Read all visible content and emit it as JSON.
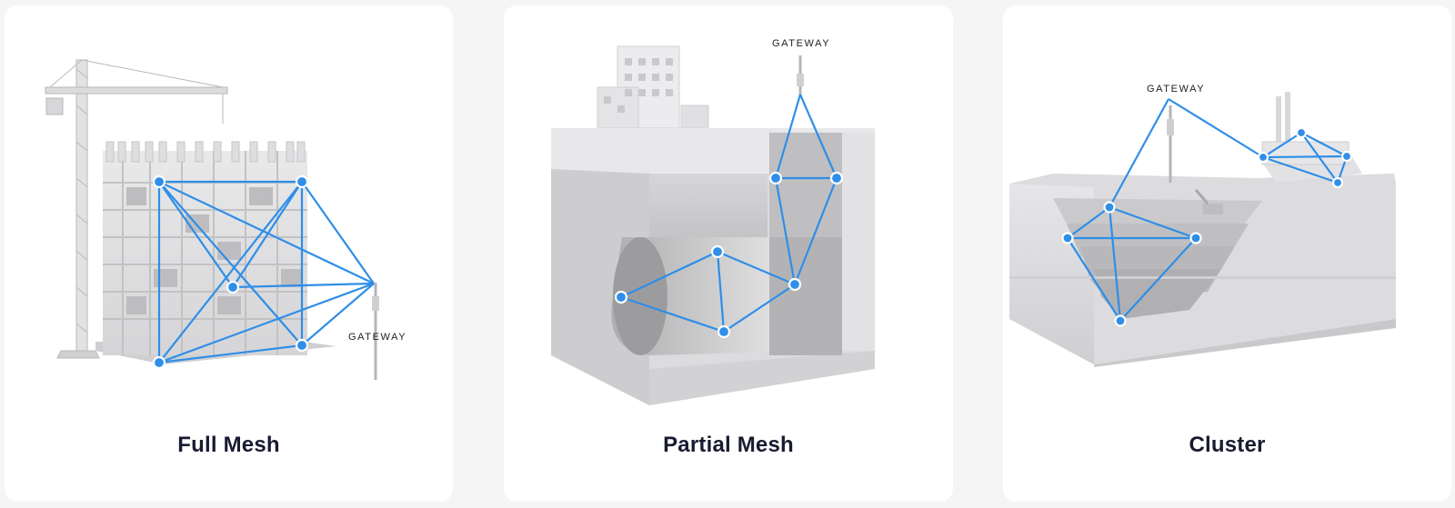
{
  "accent_color": "#2f8ee8",
  "cards": [
    {
      "title": "Full Mesh",
      "gateway_label": "GATEWAY"
    },
    {
      "title": "Partial Mesh",
      "gateway_label": "GATEWAY"
    },
    {
      "title": "Cluster",
      "gateway_label": "GATEWAY"
    }
  ]
}
